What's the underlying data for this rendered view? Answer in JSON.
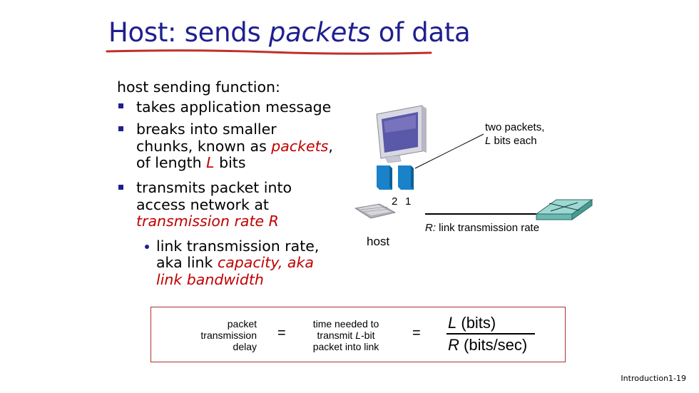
{
  "slide": {
    "title_pre": "Host: sends ",
    "title_em": "packets",
    "title_post": " of data",
    "intro": "host sending function:",
    "bullets": {
      "b1": "takes application message",
      "b2_l1": "breaks into smaller",
      "b2_l2": "chunks, known as ",
      "b2_l2_red": "packets",
      "b2_l2_end": ",",
      "b2_l3": "of length ",
      "b2_l3_red": "L",
      "b2_l3_end": " bits",
      "b3_l1": "transmits packet into",
      "b3_l2": "access network at",
      "b3_l3_red": "transmission rate R",
      "sub_l1": "link transmission rate,",
      "sub_l2": "aka link ",
      "sub_l2_red": "capacity, aka",
      "sub_l3_red": "link bandwidth"
    },
    "diagram": {
      "callout_l1": "two packets,",
      "callout_l2_em": "L",
      "callout_l2": " bits each",
      "pkt_num_2": "2",
      "pkt_num_1": "1",
      "host_label": "host",
      "link_label_em": "R:",
      "link_label": " link transmission rate"
    },
    "formula": {
      "left_1": "packet",
      "left_2": "transmission",
      "left_3": "delay",
      "eq1": "=",
      "mid_1": "time needed to",
      "mid_2a": "transmit ",
      "mid_2em": "L",
      "mid_2b": "-bit",
      "mid_3": "packet into link",
      "eq2": "=",
      "num_em": "L",
      "num": " (bits)",
      "den_em": "R",
      "den": " (bits/sec)"
    },
    "footer": "Introduction1-19",
    "colors": {
      "title": "#1f1f8f",
      "accent_red": "#c00000",
      "packet_blue": "#1a82c8",
      "underline": "#c0302a"
    }
  }
}
